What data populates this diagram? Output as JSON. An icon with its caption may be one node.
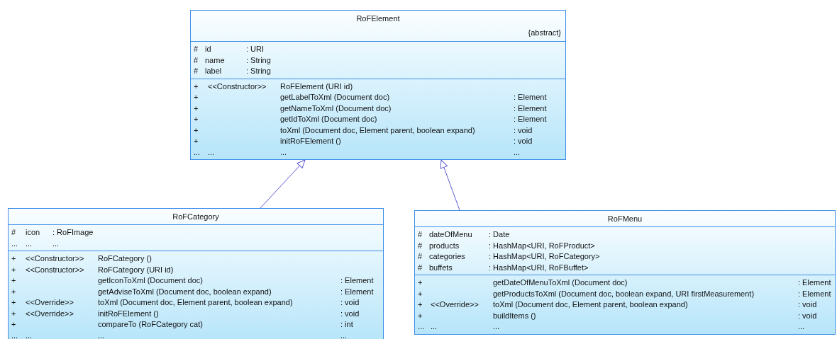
{
  "diagram": {
    "nodes": [
      {
        "text": [
          "RoFElement",
          "{abstract}",
          "#",
          "id",
          ": URI",
          "#",
          "name",
          ": String",
          "#",
          "label",
          ": String",
          "+",
          "<<Constructor>>",
          "RoFElement (URI id)",
          "+",
          "getLabelToXml (Document doc)",
          ": Element",
          "+",
          "getNameToXml (Document doc)",
          ": Element",
          "+",
          "getIdToXml (Document doc)",
          ": Element",
          "+",
          "toXml (Document doc, Element parent, boolean expand)",
          ": void",
          "+",
          "initRoFElement ()",
          ": void",
          "...",
          "...",
          "...",
          "..."
        ]
      },
      {
        "text": [
          "RoFCategory",
          "#",
          "icon",
          ": RoFImage",
          "...",
          "...",
          "...",
          "+",
          "<<Constructor>>",
          "RoFCategory ()",
          "+",
          "<<Constructor>>",
          "RoFCategory (URI id)",
          "+",
          "getIconToXml (Document doc)",
          ": Element",
          "+",
          "getAdviseToXml (Document doc, boolean expand)",
          ": Element",
          "+",
          "<<Override>>",
          "toXml (Document doc, Element parent, boolean expand)",
          ": void",
          "+",
          "<<Override>>",
          "initRoFElement ()",
          ": void",
          "+",
          "compareTo (RoFCategory cat)",
          ": int",
          "...",
          "...",
          "...",
          "..."
        ]
      },
      {
        "text": [
          "RoFMenu",
          "#",
          "dateOfMenu",
          ": Date",
          "#",
          "products",
          ": HashMap<URI, RoFProduct>",
          "#",
          "categories",
          ": HashMap<URI, RoFCategory>",
          "#",
          "buffets",
          ": HashMap<URI, RoFBuffet>",
          "+",
          "getDateOfMenuToXml (Document doc)",
          ": Element",
          "+",
          "getProductsToXml (Document doc, boolean expand, URI firstMeasurement)",
          ": Element",
          "+",
          "<<Override>>",
          "toXml (Document doc, Element parent, boolean expand)",
          ": void",
          "+",
          "buildItems ()",
          ": void",
          "...",
          "...",
          "...",
          "..."
        ]
      }
    ],
    "edges": [
      {
        "from": 1,
        "to": 0,
        "arrow": "to"
      },
      {
        "from": 2,
        "to": 0,
        "arrow": "to"
      }
    ]
  }
}
